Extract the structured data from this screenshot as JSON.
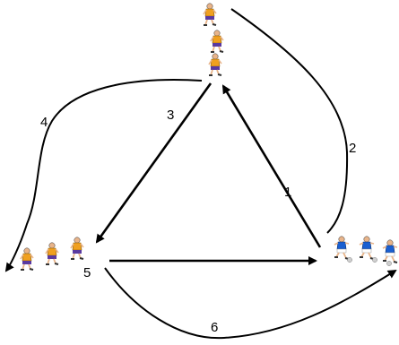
{
  "diagram": {
    "colors": {
      "line": "#000000",
      "orange_kit": "#f0a020",
      "blue_kit": "#1a5fd0",
      "shorts_orange_team": "#5a3aa0",
      "shorts_blue_team": "#ffffff",
      "skin": "#e8b48a",
      "ball": "#cfcfcf"
    },
    "arrow_labels": {
      "a1": "1",
      "a2": "2",
      "a3": "3",
      "a4": "4",
      "a5": "5",
      "a6": "6"
    },
    "groups": [
      {
        "name": "top-players",
        "kit": "orange",
        "count": 3
      },
      {
        "name": "left-players",
        "kit": "orange",
        "count": 3
      },
      {
        "name": "right-players",
        "kit": "blue",
        "count": 3,
        "with_ball": true
      }
    ]
  }
}
